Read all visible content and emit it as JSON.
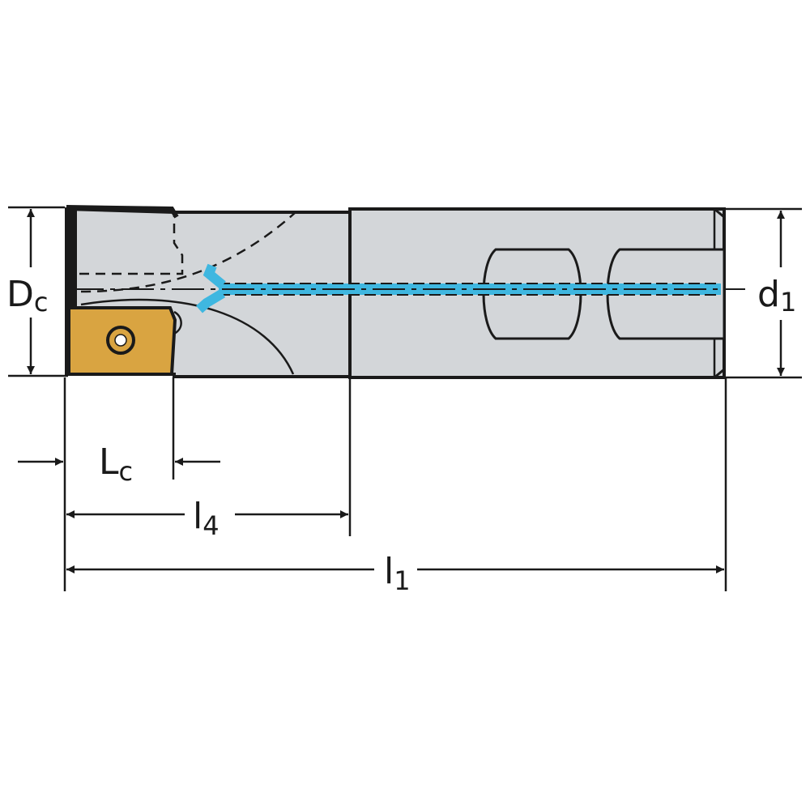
{
  "labels": {
    "Dc": {
      "main": "D",
      "sub": "c"
    },
    "d1": {
      "main": "d",
      "sub": "1"
    },
    "Lc": {
      "main": "L",
      "sub": "c"
    },
    "l4": {
      "main": "l",
      "sub": "4"
    },
    "l1": {
      "main": "l",
      "sub": "1"
    }
  },
  "colors": {
    "body": "#d3d6d9",
    "outline": "#1a1a1a",
    "insert": "#d9a441",
    "coolant": "#3fb7e0"
  }
}
